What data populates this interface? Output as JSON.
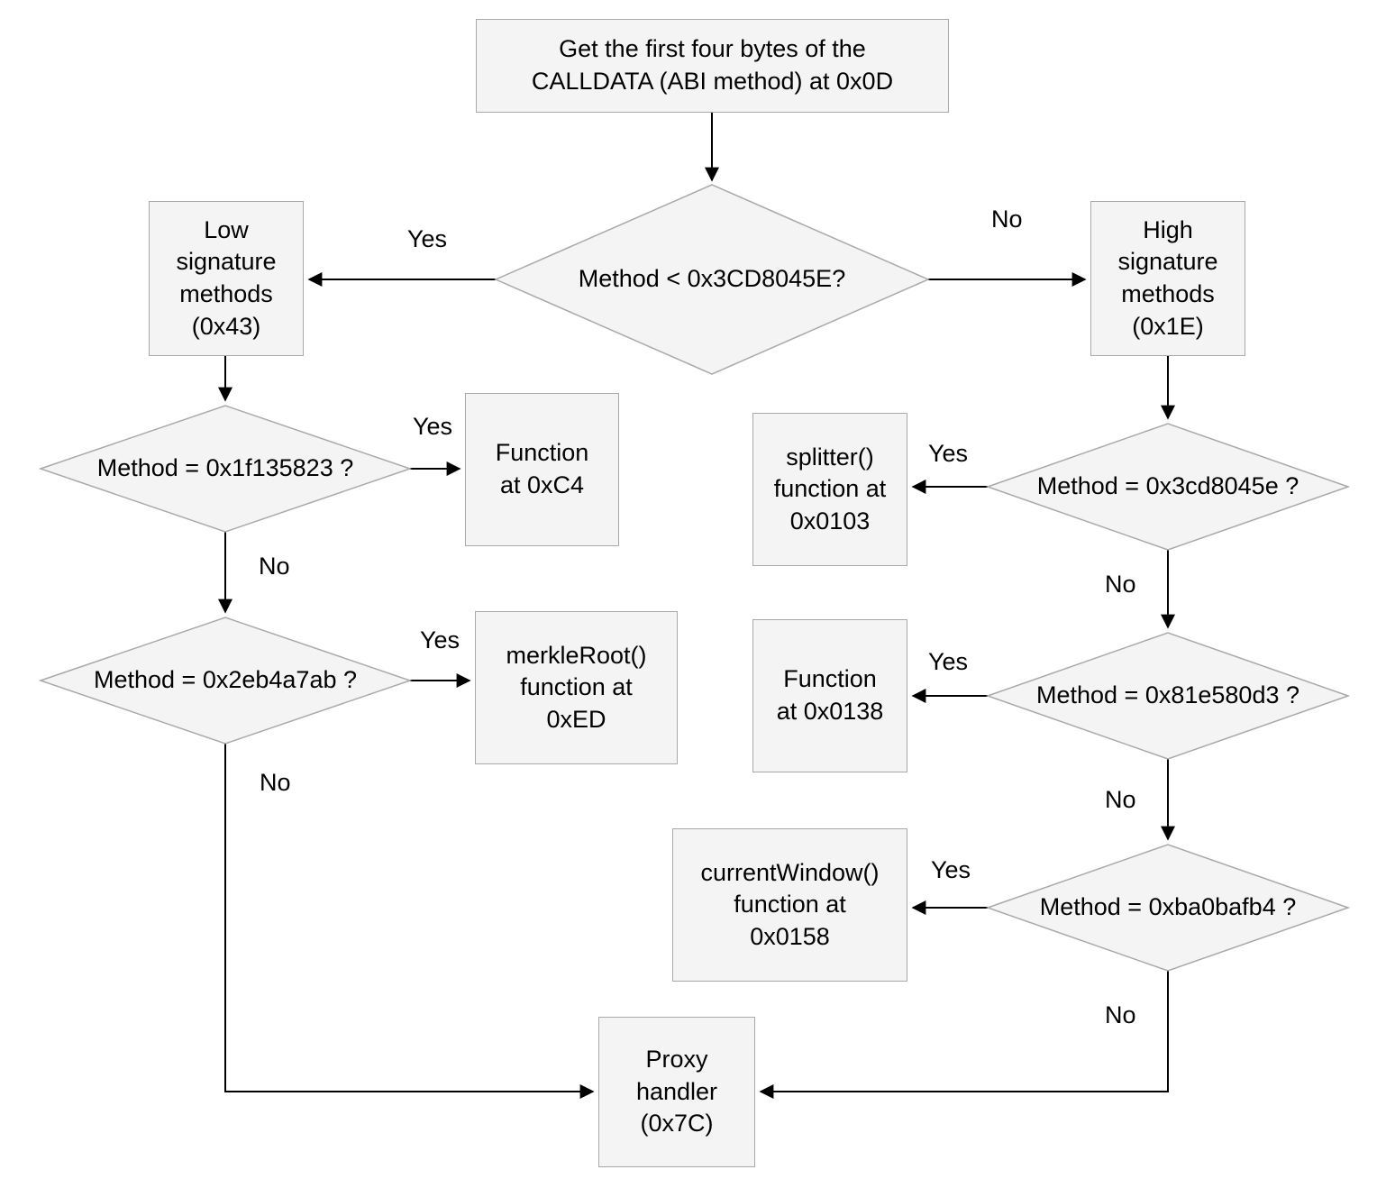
{
  "diagram": {
    "labels": {
      "yes": "Yes",
      "no": "No"
    },
    "nodes": {
      "start": "Get the first four bytes of the\nCALLDATA (ABI method) at 0x0D",
      "low": "Low\nsignature\nmethods\n(0x43)",
      "high": "High\nsignature\nmethods\n(0x1E)",
      "d_main": "Method < 0x3CD8045E?",
      "d_1f135823": "Method = 0x1f135823 ?",
      "fn_c4": "Function\nat 0xC4",
      "d_2eb4a7ab": "Method = 0x2eb4a7ab ?",
      "fn_merkleroot": "merkleRoot()\nfunction at\n0xED",
      "d_3cd8045e": "Method = 0x3cd8045e ?",
      "fn_splitter": "splitter()\nfunction at\n0x0103",
      "d_81e580d3": "Method = 0x81e580d3 ?",
      "fn_0138": "Function\nat 0x0138",
      "d_ba0bafb4": "Method = 0xba0bafb4 ?",
      "fn_currentwindow": "currentWindow()\nfunction at\n0x0158",
      "proxy": "Proxy\nhandler\n(0x7C)"
    },
    "colors": {
      "node_fill": "#f4f4f4",
      "node_border": "#a9a9a9",
      "line": "#000000",
      "text": "#000000",
      "background": "#ffffff"
    }
  }
}
